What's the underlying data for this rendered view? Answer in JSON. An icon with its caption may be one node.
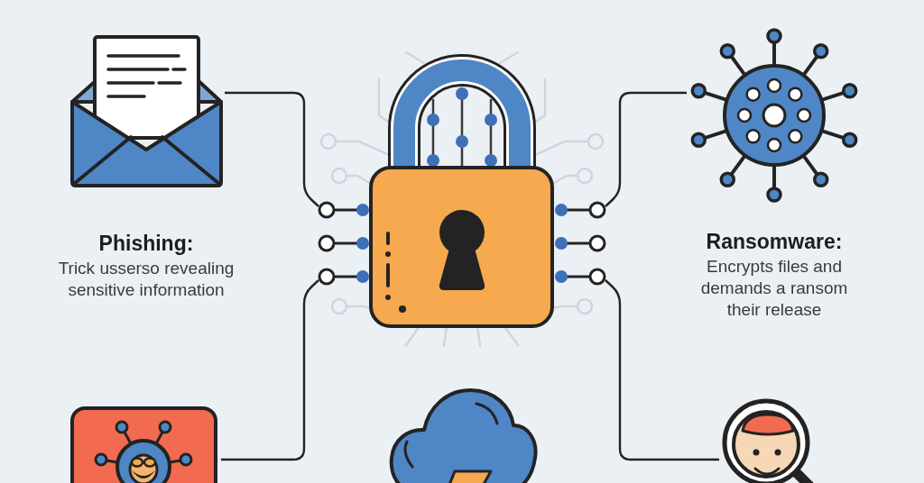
{
  "diagram": {
    "nodes": [
      {
        "text": [],
        "shape": "picture",
        "beside": [
          "Phishing:",
          "Trick usserso revealing sensitive information"
        ]
      },
      {
        "text": [],
        "shape": "picture"
      },
      {
        "text": [],
        "shape": "picture",
        "beside": [
          "Ransomware:",
          "Encrypts files and demands a ransom their release"
        ]
      },
      {
        "text": [],
        "shape": "picture"
      },
      {
        "text": [],
        "shape": "picture"
      },
      {
        "text": [],
        "shape": "picture"
      }
    ],
    "edges": [
      {
        "from": 0,
        "to": 1,
        "arrow": "none"
      },
      {
        "from": 2,
        "to": 1,
        "arrow": "none"
      },
      {
        "from": 3,
        "to": 1,
        "arrow": "none"
      },
      {
        "from": 5,
        "to": 1,
        "arrow": "none"
      }
    ]
  }
}
